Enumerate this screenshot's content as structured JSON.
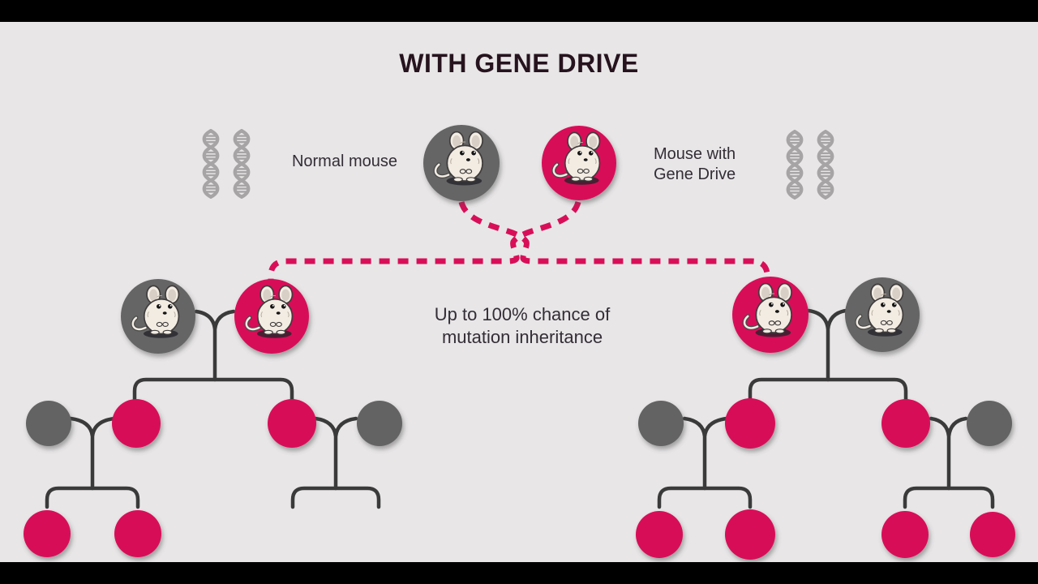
{
  "title": "WITH GENE DRIVE",
  "labels": {
    "normal_mouse": "Normal mouse",
    "gene_drive_mouse_line1": "Mouse with",
    "gene_drive_mouse_line2": "Gene Drive",
    "caption": "Up to 100% chance of\nmutation inheritance"
  },
  "colors": {
    "background": "#e8e6e7",
    "letterbox": "#000000",
    "crimson": "#d80f58",
    "gray_circle": "#636363",
    "mouse_gray_bg": "#656565",
    "line_dark": "#3a3a3a",
    "dna_gray": "#a6a4a4",
    "title_color": "#26131d",
    "text_color": "#332d36"
  },
  "pedigree": {
    "top_pair": [
      "normal",
      "gene_drive"
    ],
    "left_tree": {
      "parents": [
        "normal",
        "gene_drive"
      ],
      "children": [
        "normal",
        "gene_drive",
        "gene_drive",
        "normal"
      ],
      "grandchildren_left_pair": [
        "gene_drive",
        "gene_drive"
      ],
      "grandchildren_right_pair": []
    },
    "right_tree": {
      "parents": [
        "gene_drive",
        "normal"
      ],
      "children": [
        "normal",
        "gene_drive",
        "gene_drive",
        "normal"
      ],
      "grandchildren_left_pair": [
        "gene_drive",
        "gene_drive"
      ],
      "grandchildren_right_pair": [
        "gene_drive",
        "gene_drive"
      ]
    },
    "dna_icons": {
      "left_pair": [
        "normal",
        "normal"
      ],
      "right_pair": [
        "gene_drive",
        "normal"
      ]
    }
  }
}
